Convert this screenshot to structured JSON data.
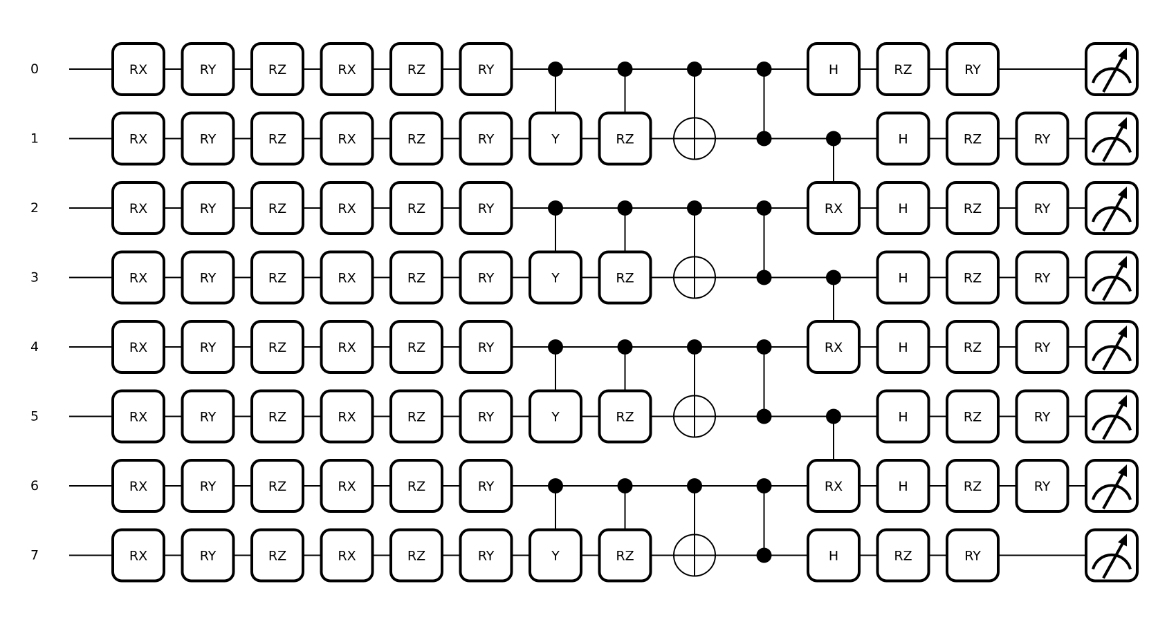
{
  "diagram": {
    "type": "quantum-circuit",
    "wires": [
      "0",
      "1",
      "2",
      "3",
      "4",
      "5",
      "6",
      "7"
    ],
    "columns": [
      {
        "ops": [
          {
            "kind": "gate",
            "wires": [
              0
            ],
            "label": "RX"
          },
          {
            "kind": "gate",
            "wires": [
              1
            ],
            "label": "RX"
          },
          {
            "kind": "gate",
            "wires": [
              2
            ],
            "label": "RX"
          },
          {
            "kind": "gate",
            "wires": [
              3
            ],
            "label": "RX"
          },
          {
            "kind": "gate",
            "wires": [
              4
            ],
            "label": "RX"
          },
          {
            "kind": "gate",
            "wires": [
              5
            ],
            "label": "RX"
          },
          {
            "kind": "gate",
            "wires": [
              6
            ],
            "label": "RX"
          },
          {
            "kind": "gate",
            "wires": [
              7
            ],
            "label": "RX"
          }
        ]
      },
      {
        "ops": [
          {
            "kind": "gate",
            "wires": [
              0
            ],
            "label": "RY"
          },
          {
            "kind": "gate",
            "wires": [
              1
            ],
            "label": "RY"
          },
          {
            "kind": "gate",
            "wires": [
              2
            ],
            "label": "RY"
          },
          {
            "kind": "gate",
            "wires": [
              3
            ],
            "label": "RY"
          },
          {
            "kind": "gate",
            "wires": [
              4
            ],
            "label": "RY"
          },
          {
            "kind": "gate",
            "wires": [
              5
            ],
            "label": "RY"
          },
          {
            "kind": "gate",
            "wires": [
              6
            ],
            "label": "RY"
          },
          {
            "kind": "gate",
            "wires": [
              7
            ],
            "label": "RY"
          }
        ]
      },
      {
        "ops": [
          {
            "kind": "gate",
            "wires": [
              0
            ],
            "label": "RZ"
          },
          {
            "kind": "gate",
            "wires": [
              1
            ],
            "label": "RZ"
          },
          {
            "kind": "gate",
            "wires": [
              2
            ],
            "label": "RZ"
          },
          {
            "kind": "gate",
            "wires": [
              3
            ],
            "label": "RZ"
          },
          {
            "kind": "gate",
            "wires": [
              4
            ],
            "label": "RZ"
          },
          {
            "kind": "gate",
            "wires": [
              5
            ],
            "label": "RZ"
          },
          {
            "kind": "gate",
            "wires": [
              6
            ],
            "label": "RZ"
          },
          {
            "kind": "gate",
            "wires": [
              7
            ],
            "label": "RZ"
          }
        ]
      },
      {
        "ops": [
          {
            "kind": "gate",
            "wires": [
              0
            ],
            "label": "RX"
          },
          {
            "kind": "gate",
            "wires": [
              1
            ],
            "label": "RX"
          },
          {
            "kind": "gate",
            "wires": [
              2
            ],
            "label": "RX"
          },
          {
            "kind": "gate",
            "wires": [
              3
            ],
            "label": "RX"
          },
          {
            "kind": "gate",
            "wires": [
              4
            ],
            "label": "RX"
          },
          {
            "kind": "gate",
            "wires": [
              5
            ],
            "label": "RX"
          },
          {
            "kind": "gate",
            "wires": [
              6
            ],
            "label": "RX"
          },
          {
            "kind": "gate",
            "wires": [
              7
            ],
            "label": "RX"
          }
        ]
      },
      {
        "ops": [
          {
            "kind": "gate",
            "wires": [
              0
            ],
            "label": "RZ"
          },
          {
            "kind": "gate",
            "wires": [
              1
            ],
            "label": "RZ"
          },
          {
            "kind": "gate",
            "wires": [
              2
            ],
            "label": "RZ"
          },
          {
            "kind": "gate",
            "wires": [
              3
            ],
            "label": "RZ"
          },
          {
            "kind": "gate",
            "wires": [
              4
            ],
            "label": "RZ"
          },
          {
            "kind": "gate",
            "wires": [
              5
            ],
            "label": "RZ"
          },
          {
            "kind": "gate",
            "wires": [
              6
            ],
            "label": "RZ"
          },
          {
            "kind": "gate",
            "wires": [
              7
            ],
            "label": "RZ"
          }
        ]
      },
      {
        "ops": [
          {
            "kind": "gate",
            "wires": [
              0
            ],
            "label": "RY"
          },
          {
            "kind": "gate",
            "wires": [
              1
            ],
            "label": "RY"
          },
          {
            "kind": "gate",
            "wires": [
              2
            ],
            "label": "RY"
          },
          {
            "kind": "gate",
            "wires": [
              3
            ],
            "label": "RY"
          },
          {
            "kind": "gate",
            "wires": [
              4
            ],
            "label": "RY"
          },
          {
            "kind": "gate",
            "wires": [
              5
            ],
            "label": "RY"
          },
          {
            "kind": "gate",
            "wires": [
              6
            ],
            "label": "RY"
          },
          {
            "kind": "gate",
            "wires": [
              7
            ],
            "label": "RY"
          }
        ]
      },
      {
        "ops": [
          {
            "kind": "controlled",
            "control": 0,
            "target": 1,
            "label": "Y"
          },
          {
            "kind": "controlled",
            "control": 2,
            "target": 3,
            "label": "Y"
          },
          {
            "kind": "controlled",
            "control": 4,
            "target": 5,
            "label": "Y"
          },
          {
            "kind": "controlled",
            "control": 6,
            "target": 7,
            "label": "Y"
          }
        ]
      },
      {
        "ops": [
          {
            "kind": "controlled",
            "control": 0,
            "target": 1,
            "label": "RZ"
          },
          {
            "kind": "controlled",
            "control": 2,
            "target": 3,
            "label": "RZ"
          },
          {
            "kind": "controlled",
            "control": 4,
            "target": 5,
            "label": "RZ"
          },
          {
            "kind": "controlled",
            "control": 6,
            "target": 7,
            "label": "RZ"
          }
        ]
      },
      {
        "ops": [
          {
            "kind": "cnot",
            "control": 0,
            "target": 1
          },
          {
            "kind": "cnot",
            "control": 2,
            "target": 3
          },
          {
            "kind": "cnot",
            "control": 4,
            "target": 5
          },
          {
            "kind": "cnot",
            "control": 6,
            "target": 7
          }
        ]
      },
      {
        "ops": [
          {
            "kind": "cz",
            "wires": [
              0,
              1
            ]
          },
          {
            "kind": "cz",
            "wires": [
              2,
              3
            ]
          },
          {
            "kind": "cz",
            "wires": [
              4,
              5
            ]
          },
          {
            "kind": "cz",
            "wires": [
              6,
              7
            ]
          }
        ]
      },
      {
        "ops": [
          {
            "kind": "gate",
            "wires": [
              0
            ],
            "label": "H"
          },
          {
            "kind": "controlled",
            "control": 1,
            "target": 2,
            "label": "RX"
          },
          {
            "kind": "controlled",
            "control": 3,
            "target": 4,
            "label": "RX"
          },
          {
            "kind": "controlled",
            "control": 5,
            "target": 6,
            "label": "RX"
          },
          {
            "kind": "gate",
            "wires": [
              7
            ],
            "label": "H"
          }
        ]
      },
      {
        "ops": [
          {
            "kind": "gate",
            "wires": [
              0
            ],
            "label": "RZ"
          },
          {
            "kind": "gate",
            "wires": [
              1
            ],
            "label": "H"
          },
          {
            "kind": "gate",
            "wires": [
              2
            ],
            "label": "H"
          },
          {
            "kind": "gate",
            "wires": [
              3
            ],
            "label": "H"
          },
          {
            "kind": "gate",
            "wires": [
              4
            ],
            "label": "H"
          },
          {
            "kind": "gate",
            "wires": [
              5
            ],
            "label": "H"
          },
          {
            "kind": "gate",
            "wires": [
              6
            ],
            "label": "H"
          },
          {
            "kind": "gate",
            "wires": [
              7
            ],
            "label": "RZ"
          }
        ]
      },
      {
        "ops": [
          {
            "kind": "gate",
            "wires": [
              0
            ],
            "label": "RY"
          },
          {
            "kind": "gate",
            "wires": [
              1
            ],
            "label": "RZ"
          },
          {
            "kind": "gate",
            "wires": [
              2
            ],
            "label": "RZ"
          },
          {
            "kind": "gate",
            "wires": [
              3
            ],
            "label": "RZ"
          },
          {
            "kind": "gate",
            "wires": [
              4
            ],
            "label": "RZ"
          },
          {
            "kind": "gate",
            "wires": [
              5
            ],
            "label": "RZ"
          },
          {
            "kind": "gate",
            "wires": [
              6
            ],
            "label": "RZ"
          },
          {
            "kind": "gate",
            "wires": [
              7
            ],
            "label": "RY"
          }
        ]
      },
      {
        "ops": [
          {
            "kind": "gate",
            "wires": [
              1
            ],
            "label": "RY"
          },
          {
            "kind": "gate",
            "wires": [
              2
            ],
            "label": "RY"
          },
          {
            "kind": "gate",
            "wires": [
              3
            ],
            "label": "RY"
          },
          {
            "kind": "gate",
            "wires": [
              4
            ],
            "label": "RY"
          },
          {
            "kind": "gate",
            "wires": [
              5
            ],
            "label": "RY"
          },
          {
            "kind": "gate",
            "wires": [
              6
            ],
            "label": "RY"
          }
        ]
      },
      {
        "ops": [
          {
            "kind": "measure",
            "wires": [
              0
            ]
          },
          {
            "kind": "measure",
            "wires": [
              1
            ]
          },
          {
            "kind": "measure",
            "wires": [
              2
            ]
          },
          {
            "kind": "measure",
            "wires": [
              3
            ]
          },
          {
            "kind": "measure",
            "wires": [
              4
            ]
          },
          {
            "kind": "measure",
            "wires": [
              5
            ]
          },
          {
            "kind": "measure",
            "wires": [
              6
            ]
          },
          {
            "kind": "measure",
            "wires": [
              7
            ]
          }
        ]
      }
    ]
  }
}
